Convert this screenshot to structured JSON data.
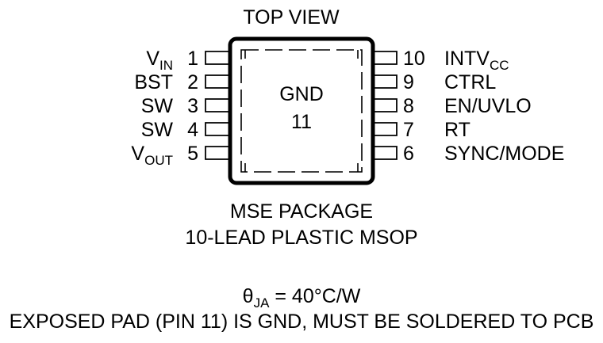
{
  "diagram": {
    "view_label": "TOP VIEW",
    "center_label": "GND",
    "center_pin": "11",
    "left_pins": [
      {
        "num": "1",
        "name": "V",
        "sub": "IN"
      },
      {
        "num": "2",
        "name": "BST",
        "sub": ""
      },
      {
        "num": "3",
        "name": "SW",
        "sub": ""
      },
      {
        "num": "4",
        "name": "SW",
        "sub": ""
      },
      {
        "num": "5",
        "name": "V",
        "sub": "OUT"
      }
    ],
    "right_pins": [
      {
        "num": "10",
        "name": "INTV",
        "sub": "CC"
      },
      {
        "num": "9",
        "name": "CTRL",
        "sub": ""
      },
      {
        "num": "8",
        "name": "EN/UVLO",
        "sub": ""
      },
      {
        "num": "7",
        "name": "RT",
        "sub": ""
      },
      {
        "num": "6",
        "name": "SYNC/MODE",
        "sub": ""
      }
    ],
    "package_line1": "MSE PACKAGE",
    "package_line2": "10-LEAD PLASTIC MSOP",
    "theta_symbol": "θ",
    "theta_sub": "JA",
    "theta_value": " = 40°C/W",
    "exposed_pad_note": "EXPOSED PAD (PIN 11) IS GND, MUST BE SOLDERED TO PCB"
  }
}
